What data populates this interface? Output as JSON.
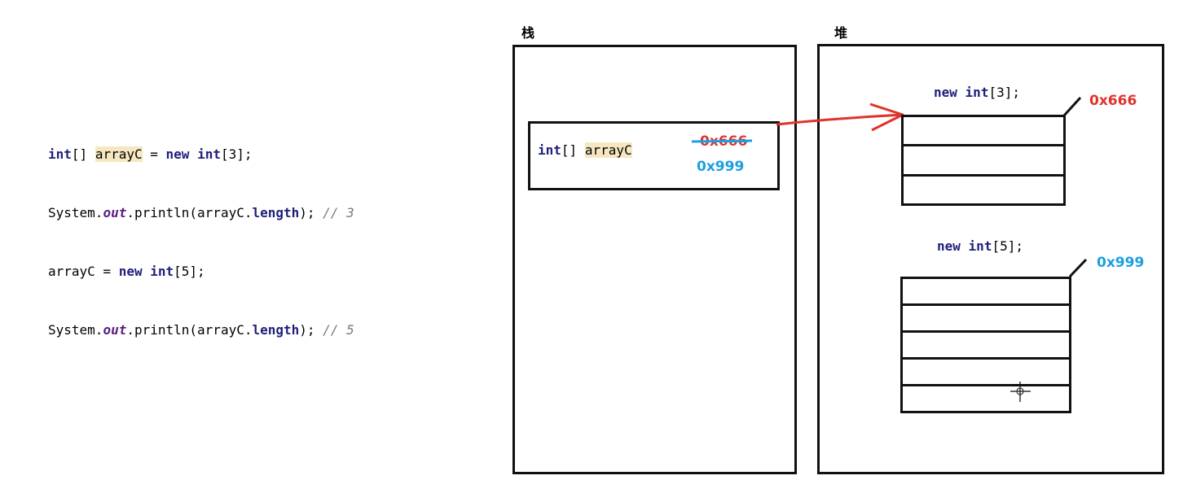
{
  "code": {
    "line1": {
      "kw1": "int",
      "p1": "[] ",
      "var": "arrayC",
      "p2": " = ",
      "kw2": "new",
      "p3": " ",
      "kw3": "int",
      "p4": "[3];"
    },
    "line2": {
      "p1": "System.",
      "out": "out",
      "p2": ".println(arrayC.",
      "length": "length",
      "p3": "); ",
      "comment": "// 3"
    },
    "line3": {
      "p1": "arrayC = ",
      "kw1": "new",
      "p2": " ",
      "kw2": "int",
      "p3": "[5];"
    },
    "line4": {
      "p1": "System.",
      "out": "out",
      "p2": ".println(arrayC.",
      "length": "length",
      "p3": "); ",
      "comment": "// 5"
    }
  },
  "stack": {
    "label": "栈",
    "variable": {
      "type_kw": "int",
      "type_suffix": "[] ",
      "name": "arrayC"
    },
    "old_address": "0x666",
    "new_address": "0x999"
  },
  "heap": {
    "label": "堆",
    "array1": {
      "kw_new": "new",
      "kw_int": "int",
      "suffix": "[3];",
      "address": "0x666",
      "length": 3
    },
    "array2": {
      "kw_new": "new",
      "kw_int": "int",
      "suffix": "[5];",
      "address": "0x999",
      "length": 5
    }
  },
  "colors": {
    "old_address": "#e0322a",
    "new_address": "#1aa0e0",
    "arrow": "#e0322a",
    "keyword": "#1f1f7a",
    "highlight": "#f6e7c1"
  }
}
